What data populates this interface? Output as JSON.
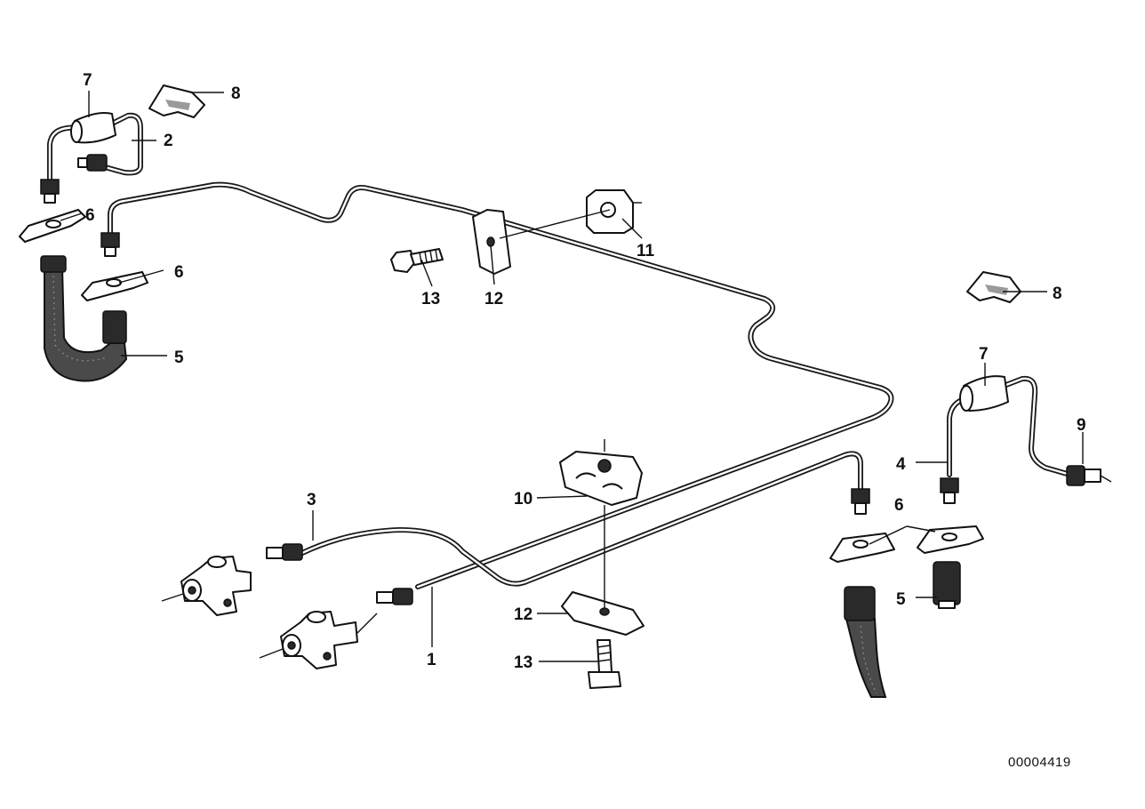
{
  "callouts": {
    "c1": "1",
    "c2": "2",
    "c3": "3",
    "c4": "4",
    "c5_left": "5",
    "c5_right": "5",
    "c6_upper": "6",
    "c6_lower": "6",
    "c6_right": "6",
    "c7_left": "7",
    "c7_right": "7",
    "c8_top": "8",
    "c8_right": "8",
    "c9": "9",
    "c10": "10",
    "c11": "11",
    "c12_top": "12",
    "c12_bottom": "12",
    "c13_top": "13",
    "c13_bottom": "13"
  },
  "diagram_code": "00004419"
}
